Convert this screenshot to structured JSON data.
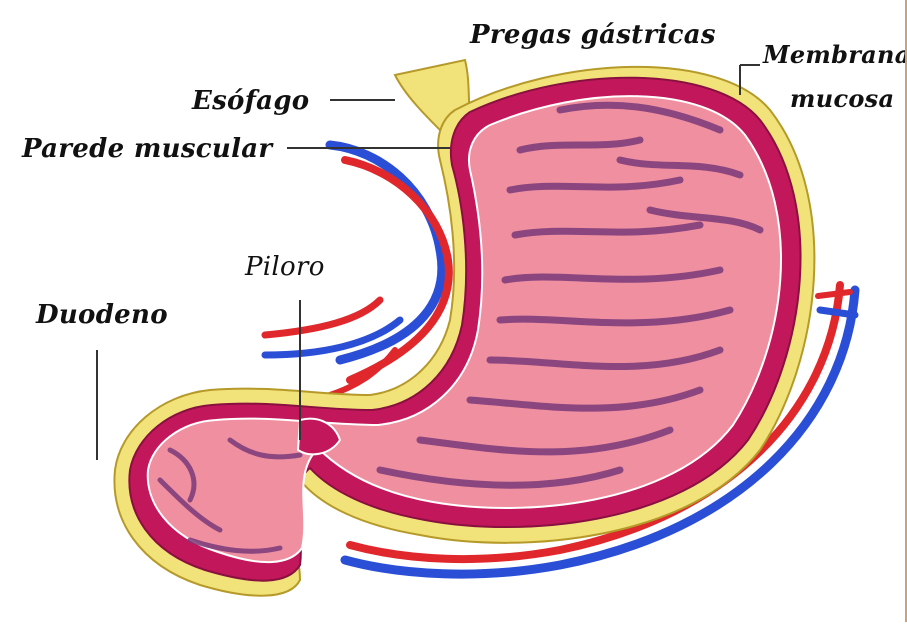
{
  "labels": {
    "pregas": "Pregas gástricas",
    "membrana_line1": "Membrana",
    "membrana_line2": "mucosa",
    "esofago": "Esófago",
    "parede": "Parede muscular",
    "piloro": "Piloro",
    "duodeno": "Duodeno"
  },
  "colors": {
    "outer_wall": "#c2185b",
    "muscle_red": "#c62828",
    "fat_yellow": "#f2e27a",
    "mucosa_pink": "#f08f9f",
    "folds_purple": "#7a3a7a",
    "vein_blue": "#2a4fd6",
    "artery_red": "#e0282c"
  }
}
